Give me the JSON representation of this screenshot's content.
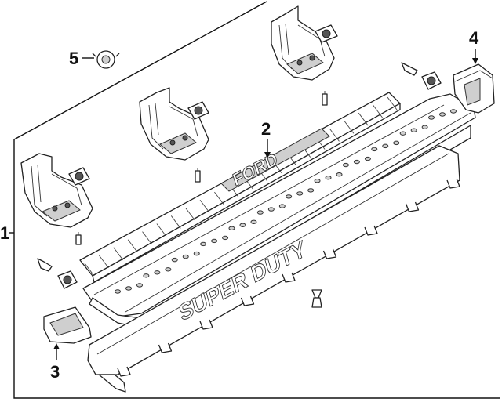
{
  "callouts": [
    {
      "id": "1",
      "label": "1"
    },
    {
      "id": "2",
      "label": "2"
    },
    {
      "id": "3",
      "label": "3"
    },
    {
      "id": "4",
      "label": "4"
    },
    {
      "id": "5",
      "label": "5"
    }
  ],
  "embossed_text": {
    "step_pad": "FORD",
    "rail_side": "SUPER DUTY"
  }
}
